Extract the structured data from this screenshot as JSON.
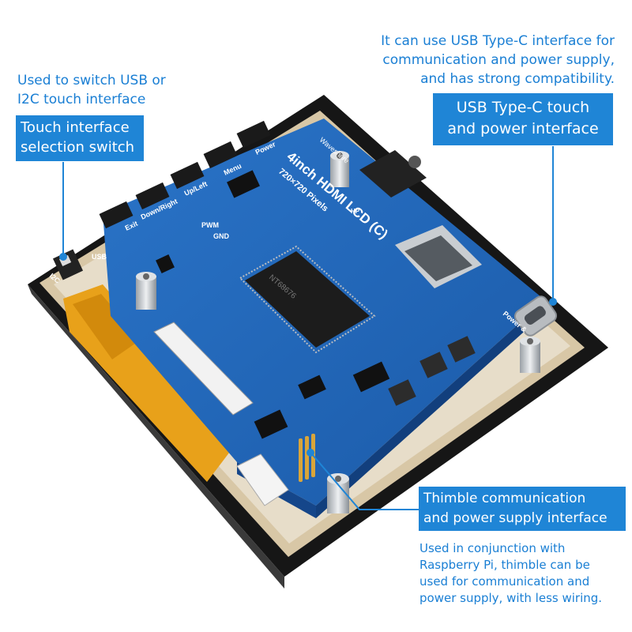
{
  "notes": {
    "usb_i2c": [
      "Used to switch USB or",
      "I2C touch interface"
    ],
    "typec": [
      "It can use USB Type-C interface for",
      "communication and power supply,",
      "and has strong compatibility."
    ],
    "pi": [
      "Used in conjunction with",
      "Raspberry Pi, thimble can be",
      "used for communication and",
      "power supply, with less wiring."
    ]
  },
  "callouts": {
    "switch": [
      "Touch interface",
      "selection switch"
    ],
    "typec": [
      "USB Type-C touch",
      "and power interface"
    ],
    "thimble": [
      "Thimble communication",
      "and power supply interface"
    ]
  },
  "board": {
    "title": "4inch HDMI LCD (C)",
    "resolution": "720×720 Pixels",
    "brand": "Waveshare",
    "chip": "NT68676",
    "buttons": [
      "Exit",
      "Down/Right",
      "Up/Left",
      "Menu",
      "Power"
    ],
    "labels": {
      "pwm": "PWM",
      "gnd": "GND",
      "usb": "USB",
      "i2c": "I2C",
      "power": "Power &",
      "hp": "HP"
    }
  },
  "colors": {
    "accent": "#1f85d6",
    "note_text": "#1a7fd4",
    "pcb": "#1f64b8",
    "flex": "#e8a11a"
  }
}
